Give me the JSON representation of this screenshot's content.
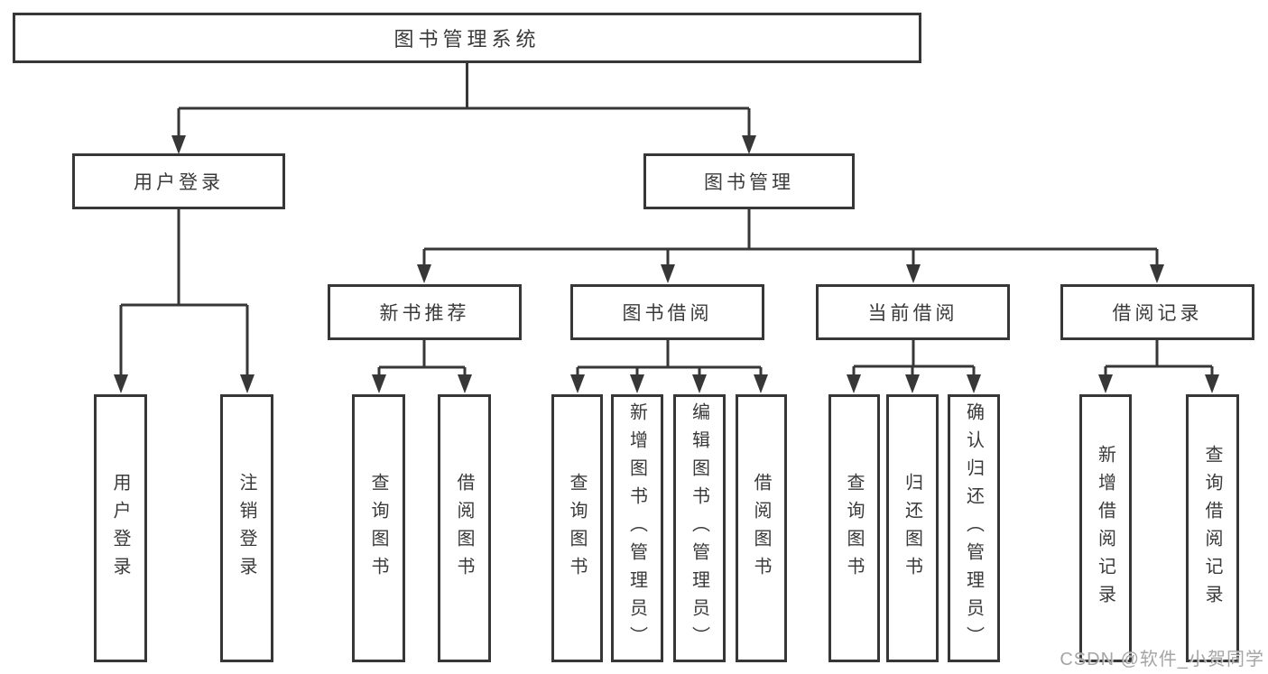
{
  "diagram_title": "图书管理系统",
  "tree": {
    "root": "图书管理系统",
    "children": [
      {
        "label": "用户登录",
        "children": [
          "用户登录",
          "注销登录"
        ]
      },
      {
        "label": "图书管理",
        "children": [
          {
            "label": "新书推荐",
            "children": [
              "查询图书",
              "借阅图书"
            ]
          },
          {
            "label": "图书借阅",
            "children": [
              "查询图书",
              "新增图书（管理员）",
              "编辑图书（管理员）",
              "借阅图书"
            ]
          },
          {
            "label": "当前借阅",
            "children": [
              "查询图书",
              "归还图书",
              "确认归还（管理员）"
            ]
          },
          {
            "label": "借阅记录",
            "children": [
              "新增借阅记录",
              "查询借阅记录"
            ]
          }
        ]
      }
    ]
  },
  "watermark": {
    "text": "CSDN @软件_小贺同学"
  },
  "colors": {
    "line": "#373737",
    "box_border": "#373737",
    "box_fill": "#ffffff",
    "text": "#3a3a3a",
    "watermark": "#989898",
    "background": "#ffffff"
  }
}
